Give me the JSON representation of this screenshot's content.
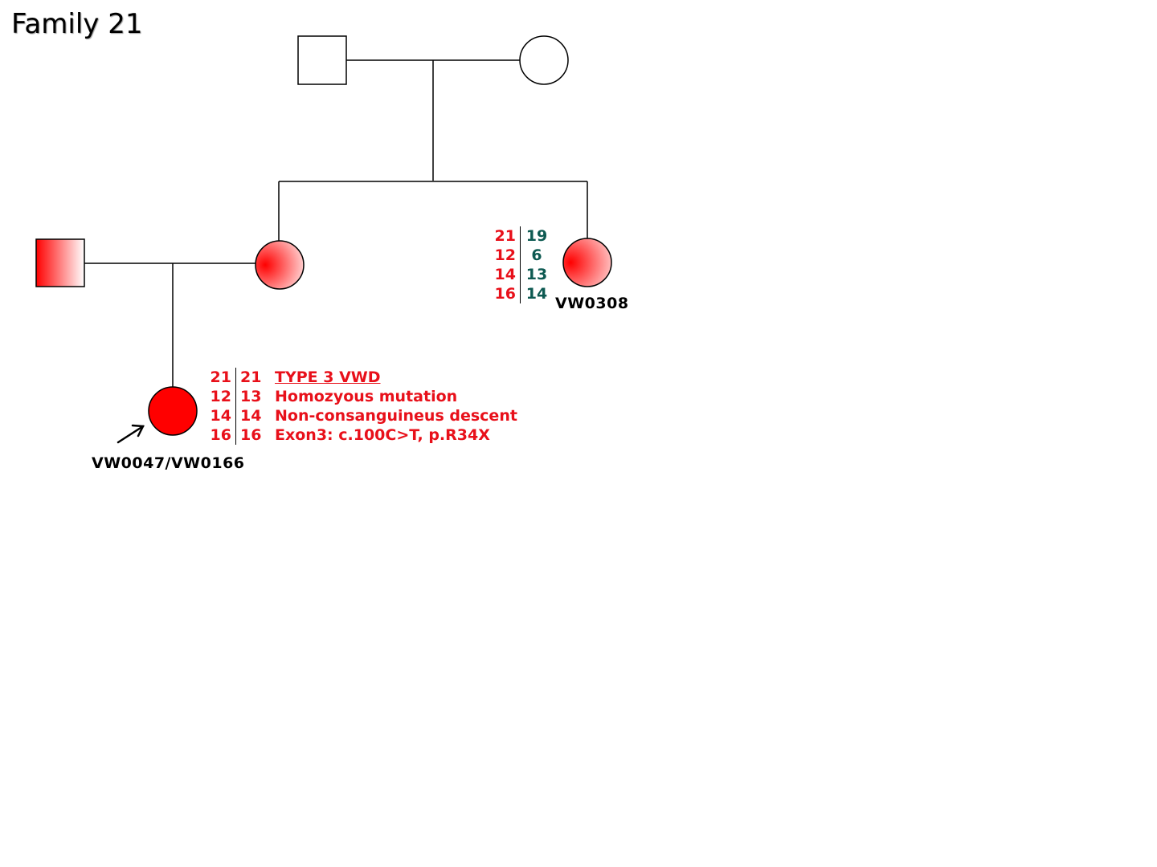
{
  "title": "Family 21",
  "colors": {
    "affected": "#ff0000",
    "allele_maternal": "#e8101a",
    "allele_other": "#0e5a52",
    "line": "#000000"
  },
  "individuals": [
    {
      "id": "grandfather",
      "sex": "male",
      "status": "unaffected",
      "label": ""
    },
    {
      "id": "grandmother",
      "sex": "female",
      "status": "unaffected",
      "label": ""
    },
    {
      "id": "father",
      "sex": "male",
      "status": "carrier",
      "label": ""
    },
    {
      "id": "mother",
      "sex": "female",
      "status": "carrier",
      "label": ""
    },
    {
      "id": "aunt",
      "sex": "female",
      "status": "carrier",
      "label": "VW0308"
    },
    {
      "id": "proband",
      "sex": "female",
      "status": "affected",
      "label": "VW0047/VW0166",
      "proband": true
    }
  ],
  "haplotypes": {
    "proband": {
      "rows": [
        {
          "a": "21",
          "b": "21",
          "note": "TYPE 3 VWD"
        },
        {
          "a": "12",
          "b": "13",
          "note": "Homozyous mutation"
        },
        {
          "a": "14",
          "b": "14",
          "note": "Non-consanguineus descent"
        },
        {
          "a": "16",
          "b": "16",
          "note": "Exon3: c.100C>T, p.R34X"
        }
      ]
    },
    "aunt": {
      "rows": [
        {
          "a": "21",
          "b": "19"
        },
        {
          "a": "12",
          "b": "6"
        },
        {
          "a": "14",
          "b": "13"
        },
        {
          "a": "16",
          "b": "14"
        }
      ]
    }
  }
}
